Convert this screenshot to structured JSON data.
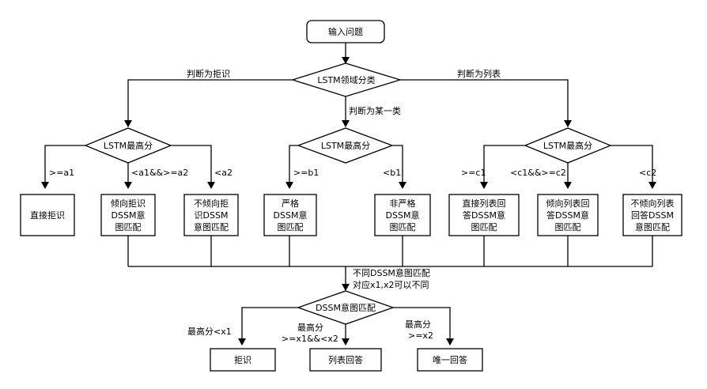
{
  "start": {
    "label": "输入问题"
  },
  "domain_decision": {
    "label": "LSTM领域分类"
  },
  "domain_branches": {
    "left": "判断为拒识",
    "middle": "判断为某一类",
    "right": "判断为列表"
  },
  "branch_decisions": {
    "left": {
      "label": "LSTM最高分"
    },
    "middle": {
      "label": "LSTM最高分"
    },
    "right": {
      "label": "LSTM最高分"
    }
  },
  "thresholds": {
    "left": [
      ">=a1",
      "<a1&&>=a2",
      "<a2"
    ],
    "middle": [
      ">=b1",
      "<b1"
    ],
    "right": [
      ">=c1",
      "<c1&&>=c2",
      "<c2"
    ]
  },
  "boxes": [
    [
      "直接拒识"
    ],
    [
      "倾向拒识",
      "DSSM意",
      "图匹配"
    ],
    [
      "不倾向拒",
      "识DSSM",
      "意图匹配"
    ],
    [
      "严格",
      "DSSM意",
      "图匹配"
    ],
    [
      "非严格",
      "DSSM意",
      "图匹配"
    ],
    [
      "直接列表回",
      "答DSSM意",
      "图匹配"
    ],
    [
      "倾向列表回",
      "答DSSM意",
      "图匹配"
    ],
    [
      "不倾向列表",
      "回答DSSM",
      "意图匹配"
    ]
  ],
  "merge_note": [
    "不同DSSM意图匹配",
    "对应x1,x2可以不同"
  ],
  "dssm_decision": {
    "label": "DSSM意图匹配"
  },
  "dssm_branches": {
    "left": [
      "最高分<x1"
    ],
    "middle": [
      "最高分",
      ">=x1&&<x2"
    ],
    "right": [
      "最高分",
      ">=x2"
    ]
  },
  "outcomes": [
    "拒识",
    "列表回答",
    "唯一回答"
  ]
}
